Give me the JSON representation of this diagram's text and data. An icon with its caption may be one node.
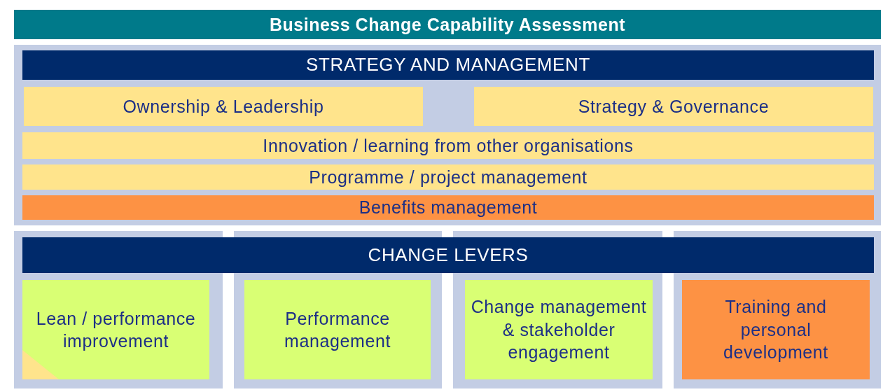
{
  "diagram": {
    "title": "Business Change Capability Assessment",
    "nodes": [
      {
        "text": [
          "STRATEGY AND MANAGEMENT"
        ]
      },
      {
        "text": [
          "Ownership & Leadership"
        ]
      },
      {
        "text": [
          "Strategy & Governance"
        ]
      },
      {
        "text": [
          "Innovation / learning from other organisations"
        ]
      },
      {
        "text": [
          "Programme / project management"
        ]
      },
      {
        "text": [
          "Benefits management"
        ]
      },
      {
        "text": [
          "CHANGE LEVERS"
        ]
      },
      {
        "text": [
          "Lean / performance improvement"
        ]
      },
      {
        "text": [
          "Performance management"
        ]
      },
      {
        "text": [
          "Change management & stakeholder engagement"
        ]
      },
      {
        "text": [
          "Training and personal development"
        ]
      }
    ]
  }
}
